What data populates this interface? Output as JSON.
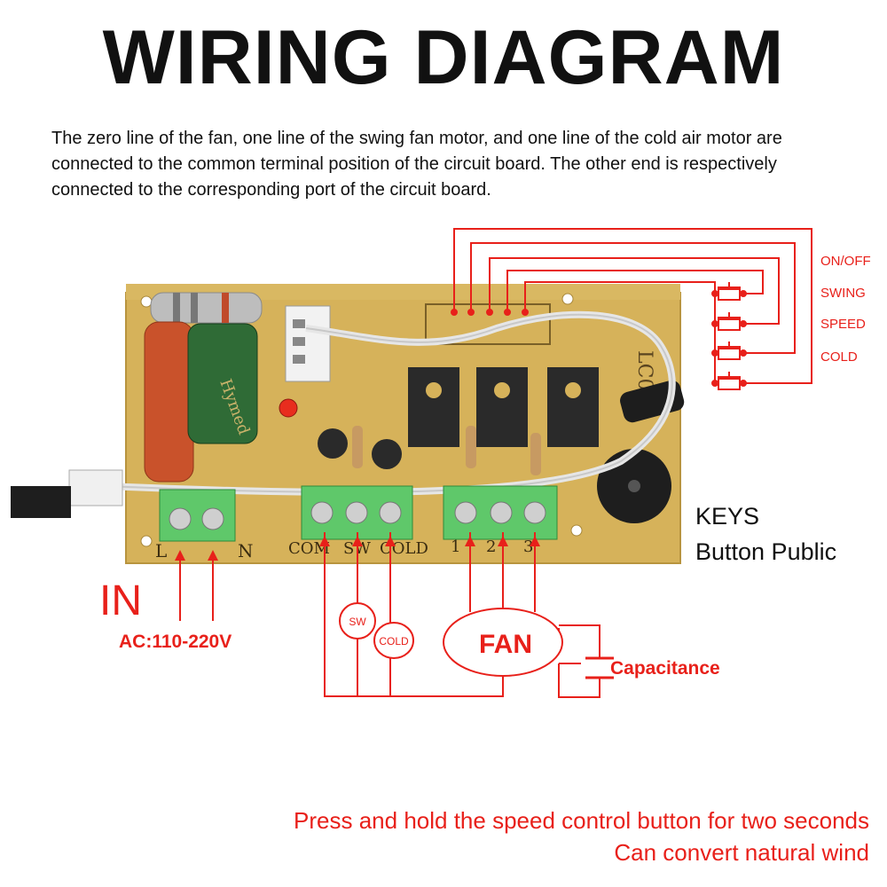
{
  "title": "WIRING DIAGRAM",
  "description": "The zero line of the fan, one line of the swing fan motor, and one line of the cold air motor are connected to the common terminal position of the circuit board. The other end is respectively connected to the corresponding port of the circuit board.",
  "keys_labels": [
    "ON/OFF",
    "SWING",
    "SPEED",
    "COLD"
  ],
  "keys_title": "KEYS",
  "keys_subtitle": "Button Public",
  "in_label": "IN",
  "ac_label": "AC:110-220V",
  "sw_label": "SW",
  "cold_label": "COLD",
  "fan_label": "FAN",
  "capacitance_label": "Capacitance",
  "terminals": [
    "L",
    "N",
    "COM",
    "SW",
    "COLD",
    "1",
    "2",
    "3"
  ],
  "board_text": "LC01",
  "note_line1": "Press and hold the speed control button for two seconds",
  "note_line2": "Can convert natural wind",
  "colors": {
    "wire": "#e8201a",
    "board": "#d6b25a",
    "terminal": "#5fc86a",
    "text": "#111111"
  }
}
